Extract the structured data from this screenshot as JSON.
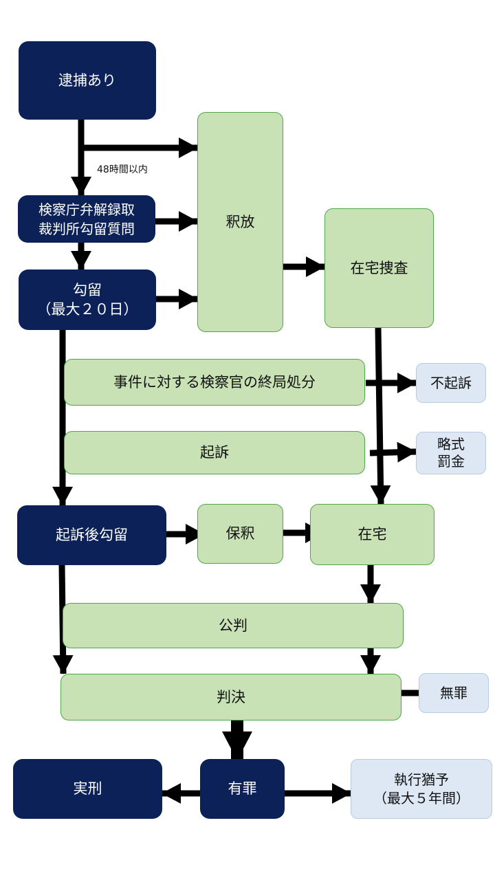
{
  "nodes": {
    "arrest": "逮捕あり",
    "release": "釈放",
    "prosecutor_court": "検察庁弁解録取\n裁判所勾留質問",
    "home_investigation": "在宅捜査",
    "detention": "勾留\n（最大２０日）",
    "final_disposition": "事件に対する検察官の終局処分",
    "no_indictment": "不起訴",
    "indictment": "起訴",
    "summary_fine": "略式\n罰金",
    "post_indictment_detention": "起訴後勾留",
    "bail": "保釈",
    "at_home": "在宅",
    "trial": "公判",
    "judgment": "判決",
    "not_guilty": "無罪",
    "imprisonment": "実刑",
    "guilty": "有罪",
    "suspended_sentence": "執行猶予\n（最大５年間）"
  },
  "annotations": {
    "time_limit_48h": "48時間以内"
  },
  "colors": {
    "navy": "#0b2157",
    "green_fill": "#c8e2b6",
    "green_border": "#4ea64a",
    "light_blue": "#dde8f4",
    "arrow": "#000000"
  }
}
